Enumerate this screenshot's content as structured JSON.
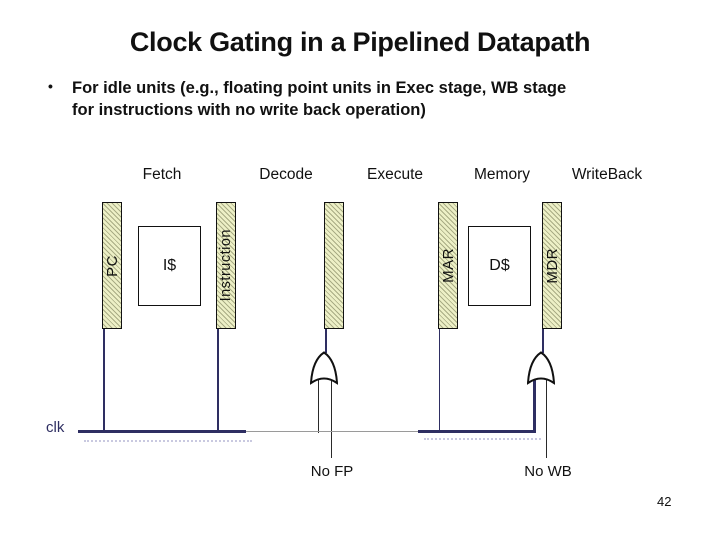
{
  "slide": {
    "title": "Clock Gating in a Pipelined Datapath",
    "bullet_glyph": "•",
    "bullet_lines": [
      "For idle units (e.g., floating point units in Exec stage, WB stage",
      "for instructions with no write back operation)"
    ],
    "page_number": "42"
  },
  "diagram": {
    "stage_labels": [
      "Fetch",
      "Decode",
      "Execute",
      "Memory",
      "WriteBack"
    ],
    "register_labels": [
      "PC",
      "Instruction",
      "",
      "MAR",
      "MDR"
    ],
    "cache_labels": [
      "I$",
      "D$"
    ],
    "clk_label": "clk",
    "gate_input_labels": [
      "No FP",
      "No WB"
    ],
    "gate_type": "or-gate",
    "colors": {
      "register_fill": "#edf0c6",
      "register_hatch": "#a9ac85",
      "clock_wire": "#2e2e62",
      "wire_shadow": "#c9c9e0",
      "thin_wire": "#9a9a9a"
    }
  }
}
